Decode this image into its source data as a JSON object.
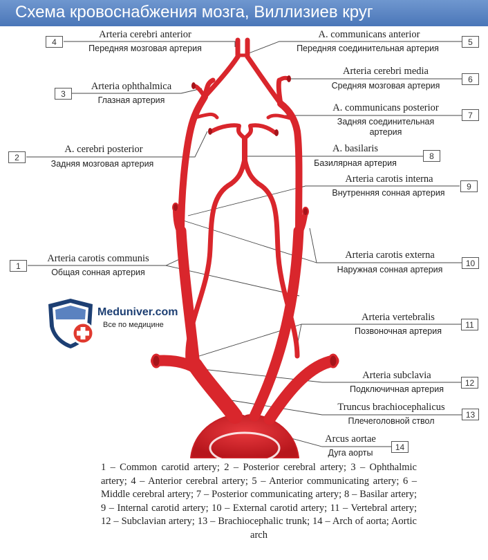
{
  "title": "Схема кровоснабжения мозга, Виллизиев круг",
  "labels": [
    {
      "num": "1",
      "latin": "Arteria carotis communis",
      "russian": "Общая сонная артерия"
    },
    {
      "num": "2",
      "latin": "A. cerebri posterior",
      "russian": "Задняя мозговая артерия"
    },
    {
      "num": "3",
      "latin": "Arteria ophthalmica",
      "russian": "Глазная артерия"
    },
    {
      "num": "4",
      "latin": "Arteria cerebri anterior",
      "russian": "Передняя мозговая артерия"
    },
    {
      "num": "5",
      "latin": "A. communicans anterior",
      "russian": "Передняя соединительная артерия"
    },
    {
      "num": "6",
      "latin": "Arteria cerebri media",
      "russian": "Средняя мозговая артерия"
    },
    {
      "num": "7",
      "latin": "A. communicans posterior",
      "russian": "Задняя соединительная",
      "russian2": "артерия"
    },
    {
      "num": "8",
      "latin": "A. basilaris",
      "russian": "Базилярная артерия"
    },
    {
      "num": "9",
      "latin": "Arteria carotis interna",
      "russian": "Внутренняя сонная артерия"
    },
    {
      "num": "10",
      "latin": "Arteria carotis externa",
      "russian": "Наружная сонная артерия"
    },
    {
      "num": "11",
      "latin": "Arteria vertebralis",
      "russian": "Позвоночная артерия"
    },
    {
      "num": "12",
      "latin": "Arteria subclavia",
      "russian": "Подключичная артерия"
    },
    {
      "num": "13",
      "latin": "Truncus brachiocephalicus",
      "russian": "Плечеголовной ствол"
    },
    {
      "num": "14",
      "latin": "Arcus aortae",
      "russian": "Дуга аорты"
    }
  ],
  "logo": {
    "name": "Meduniver.com",
    "subtitle": "Все по медицине"
  },
  "caption": "1 – Common carotid artery; 2 – Posterior cerebral artery; 3 – Ophthalmic artery; 4 – Anterior cerebral artery; 5 – Anterior communicating artery; 6 – Middle cerebral artery; 7 – Posterior communicating artery; 8 – Basilar artery; 9 – Internal carotid artery; 10 – External carotid artery; 11 – Vertebral artery; 12 – Subclavian artery; 13 – Brachiocephalic trunk; 14 – Arch of aorta; Aortic arch",
  "colors": {
    "artery": "#d9262c",
    "artery_dark": "#a5141a",
    "title_bar": "#5a82c0",
    "logo_blue": "#1d3f73",
    "logo_red": "#e03a2f"
  }
}
